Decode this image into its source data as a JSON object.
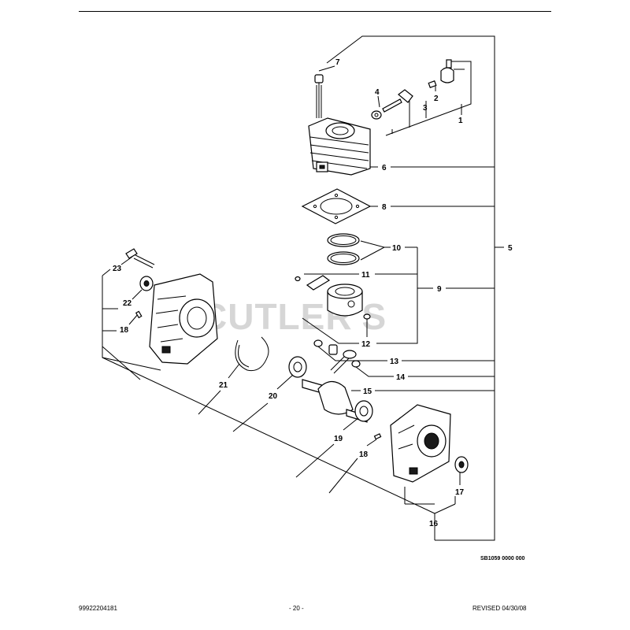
{
  "watermark": "CUTLER'S",
  "drawing_id": "SB1059 0000 000",
  "footer": {
    "left": "99922204181",
    "center": "- 20 -",
    "right": "REVISED 04/30/08"
  },
  "callouts": {
    "c1": "1",
    "c2": "2",
    "c3": "3",
    "c4": "4",
    "c5": "5",
    "c6": "6",
    "c7": "7",
    "c8": "8",
    "c9": "9",
    "c10": "10",
    "c11": "11",
    "c12": "12",
    "c13": "13",
    "c14": "14",
    "c15": "15",
    "c16": "16",
    "c17": "17",
    "c18a": "18",
    "c18b": "18",
    "c19": "19",
    "c20": "20",
    "c21": "21",
    "c22": "22",
    "c23": "23"
  }
}
